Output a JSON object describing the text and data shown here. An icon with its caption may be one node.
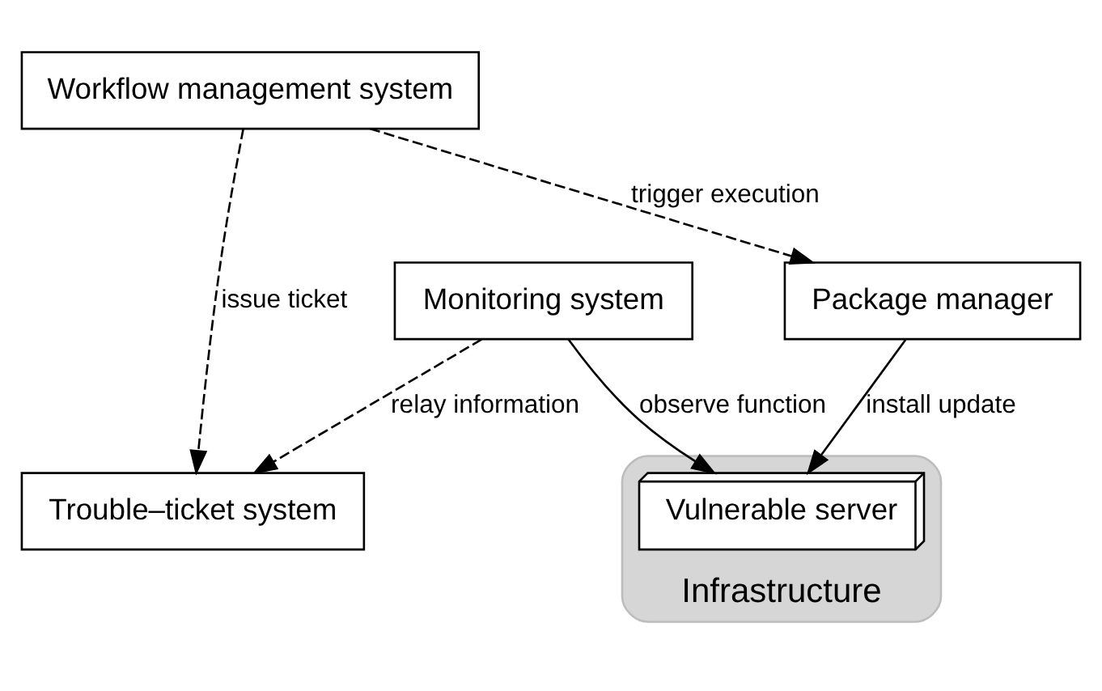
{
  "diagram": {
    "nodes": [
      {
        "text": [
          "Trouble–ticket system"
        ]
      },
      {
        "text": [
          "Workflow management system"
        ]
      },
      {
        "text": [
          "Monitoring system"
        ]
      },
      {
        "text": [
          "Package manager"
        ]
      },
      {
        "text": [
          "Vulnerable server"
        ],
        "in": 5
      },
      {
        "text": [
          "Infrastructure"
        ]
      }
    ],
    "edges": [
      {
        "from": 1,
        "to": 0,
        "arrow": "to",
        "label": "issue ticket",
        "style": "dashed"
      },
      {
        "from": 2,
        "to": 0,
        "arrow": "to",
        "label": "relay information",
        "style": "dashed"
      },
      {
        "from": 1,
        "to": 3,
        "arrow": "to",
        "label": "trigger execution",
        "style": "dashed"
      },
      {
        "from": 2,
        "to": 4,
        "arrow": "to",
        "label": "observe function"
      },
      {
        "from": 3,
        "to": 4,
        "arrow": "to",
        "label": "install update"
      }
    ]
  }
}
